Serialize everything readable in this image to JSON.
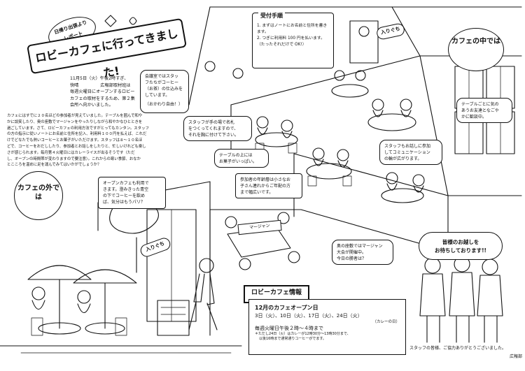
{
  "header": {
    "small_tag_line1": "日帰り出張より",
    "small_tag_line2": "レポート",
    "title": "ロビーカフェに行ってきました!"
  },
  "intro": {
    "lines": [
      "11月5日（火）午後2時すぎ、",
      "快晴　　　　　広報部取材班は",
      "毎週火曜日にオープンするロビー",
      "カフェの取材をするため、第２集",
      "会所へ向かいました。"
    ]
  },
  "body_text": {
    "lines": [
      "カフェにはすでに２０名ほどの参加者が見えていました。テーブルを囲んで和や",
      "かに談笑したり、奥の座敷でマージャンをやったりしながら和やかなひとときを",
      "過ごしています。さて、ロビーカフェの利用方法ですがとってもカンタン。スタッフ",
      "の方の指示に従いノートにお名前と住所を記入、利用料１００円を払えば、これだ",
      "けでどなたでも熱いコーヒーとお菓子がいただけます。スタッフは８～１０名ほ",
      "どで、コーヒーをおだししたり、参加者とお話しをしたりと、忙しいけれども楽し",
      "さが感じられます。毎月第４火曜日にはカレーライスが出るそうです（ただ",
      "し、オープンの時間帯が変わりますので要注意）。これからの寒い季節、おなか",
      "とこころを温めに足を運んでみてはいかがでしょうか？"
    ]
  },
  "reception": {
    "title": "受付手順",
    "steps": [
      "1. まずはノートにお名前と住所を書きます。",
      "2. つぎに利用料 100 円を払います。",
      "（たったそれだけで OK!）"
    ]
  },
  "bubbles": {
    "meeting": [
      "会議室ではスタッ",
      "フたちがコーヒー",
      "（お茶）の仕込みを",
      "しています。",
      "",
      "（おかわり自由！）"
    ],
    "name_tag": [
      "スタッフが手の場で名札",
      "をつくってくれますので、",
      "それを胸に付けて下さい。"
    ],
    "snacks": [
      "テーブルの上には",
      "お菓子がいっぱい。"
    ],
    "ages": [
      "参加者の年齢層は小さなお",
      "子さん連れからご年配の方",
      "まで幅広いです。"
    ],
    "staff_talk": [
      "スタッフもお話しに参加",
      "してコミュニケーション",
      "の輪が広がります。"
    ],
    "each_table": [
      "テーブルごとに気の",
      "あうお友達となごや",
      "かに歓談中。"
    ],
    "mahjong": [
      "奥の座敷ではマージャン",
      "大会が開催中。",
      "今日の勝者は？"
    ],
    "open_cafe": [
      "オープンカフェも利用で",
      "きます。澄みきった青空",
      "の下でコーヒーを飲め",
      "ば、気分はもうパリ？"
    ]
  },
  "labels": {
    "cafe_inside": "カフェの中では",
    "cafe_outside": "カフェの外では",
    "entrance_1": "入りぐち",
    "entrance_2": "入りぐち",
    "mahjong_sign": "マージャン"
  },
  "info": {
    "sign": "ロビーカフェ情報",
    "open_title": "12月のカフェオープン日",
    "dates": "3日（火）、10日（火）、17日（火）、24日（火）",
    "curry_note": "（カレーの日）",
    "hours": "毎週火曜日午後２時～４時まで",
    "footnote_1": "＊ただし24日（火）はカレーが12時30分～13時30分まで、",
    "footnote_2": "以後16時まで通常通りコーヒーがでます。"
  },
  "welcome": {
    "line1": "皆様のお越しを",
    "line2": "お待ちしております!!"
  },
  "footer": {
    "thanks": "スタッフの皆様、ご協力ありがとうございました。",
    "credit": "広報部"
  }
}
